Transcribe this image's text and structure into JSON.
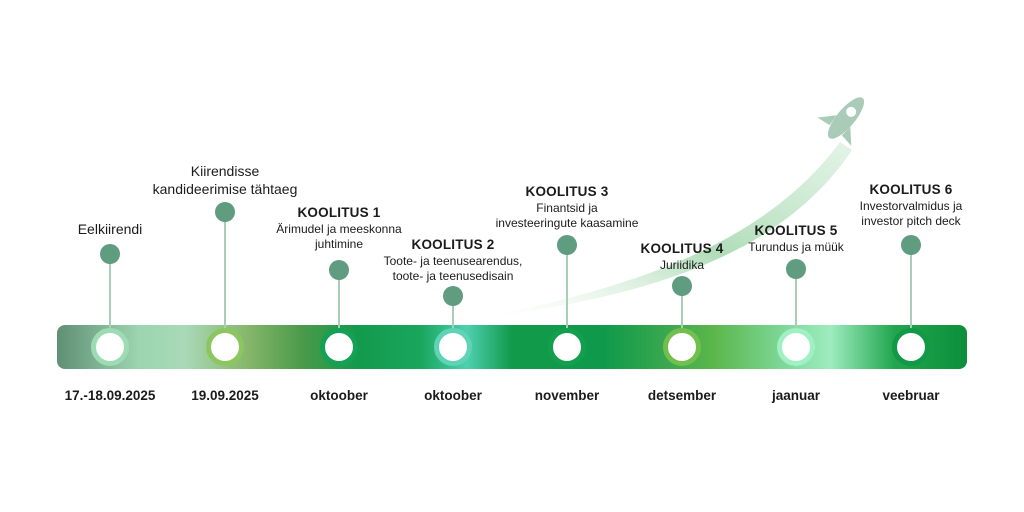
{
  "colors": {
    "dot": "#5f9c80",
    "stem": "#a8cdb8",
    "swoosh": "#bfe3c6",
    "rocket": "#a5c9b5"
  },
  "milestones": [
    {
      "title": "Eelkiirendi",
      "title_bold": false,
      "subtitle": "",
      "date": "17.-18.09.2025",
      "date_bold": true,
      "ring_color": "#9edbb3"
    },
    {
      "title": "Kiirendisse\nkandideerimise tähtaeg",
      "title_bold": false,
      "subtitle": "",
      "date": "19.09.2025",
      "date_bold": true,
      "ring_color": "#8cc65e"
    },
    {
      "title": "KOOLITUS 1",
      "title_bold": true,
      "subtitle": "Ärimudel ja meeskonna\njuhtimine",
      "date": "oktoober",
      "date_bold": true,
      "ring_color": "#14a055"
    },
    {
      "title": "KOOLITUS 2",
      "title_bold": true,
      "subtitle": "Toote- ja teenusearendus,\ntoote- ja teenusedisain",
      "date": "oktoober",
      "date_bold": true,
      "ring_color": "#5fd3b5"
    },
    {
      "title": "KOOLITUS 3",
      "title_bold": true,
      "subtitle": "Finantsid ja\ninvesteeringute kaasamine",
      "date": "november",
      "date_bold": true,
      "ring_color": "#12a04e"
    },
    {
      "title": "KOOLITUS 4",
      "title_bold": true,
      "subtitle": "Juriidika",
      "date": "detsember",
      "date_bold": true,
      "ring_color": "#72bf4e"
    },
    {
      "title": "KOOLITUS 5",
      "title_bold": true,
      "subtitle": "Turundus ja müük",
      "date": "jaanuar",
      "date_bold": true,
      "ring_color": "#9ff0c2"
    },
    {
      "title": "KOOLITUS 6",
      "title_bold": true,
      "subtitle": "Investorvalmidus ja\ninvestor pitch deck",
      "date": "veebruar",
      "date_bold": true,
      "ring_color": "#129947"
    }
  ]
}
